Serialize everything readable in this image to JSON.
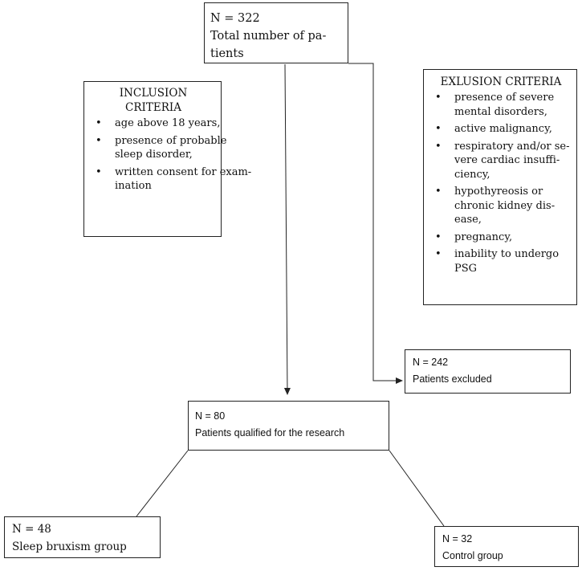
{
  "total": {
    "n": "N = 322",
    "label_line1": "Total number of pa-",
    "label_line2": "tients"
  },
  "inclusion": {
    "title": "INCLUSION CRITERIA",
    "items": [
      {
        "lines": [
          "age above 18 years,"
        ]
      },
      {
        "lines": [
          "presence of probable",
          "sleep disorder,"
        ]
      },
      {
        "lines": [
          "written consent for exam-",
          "ination"
        ]
      }
    ]
  },
  "exclusion": {
    "title": "EXLUSION CRITERIA",
    "items": [
      {
        "lines": [
          "presence of severe",
          "mental disorders,"
        ]
      },
      {
        "lines": [
          "active malignancy,"
        ]
      },
      {
        "lines": [
          "respiratory and/or se-",
          "vere cardiac insuffi-",
          "ciency,"
        ]
      },
      {
        "lines": [
          "hypothyreosis or",
          "chronic kidney dis-",
          "ease,"
        ]
      },
      {
        "lines": [
          "pregnancy,"
        ]
      },
      {
        "lines": [
          "inability to undergo",
          "PSG"
        ]
      }
    ]
  },
  "excluded": {
    "n": "N = 242",
    "label": "Patients excluded"
  },
  "qualified": {
    "n": "N = 80",
    "label": "Patients qualified for the research"
  },
  "bruxism": {
    "n": "N = 48",
    "label": "Sleep bruxism group"
  },
  "control": {
    "n": "N = 32",
    "label": "Control group"
  },
  "bullet_symbol": "•",
  "colors": {
    "stroke": "#222222",
    "text": "#111111",
    "background": "#ffffff"
  }
}
